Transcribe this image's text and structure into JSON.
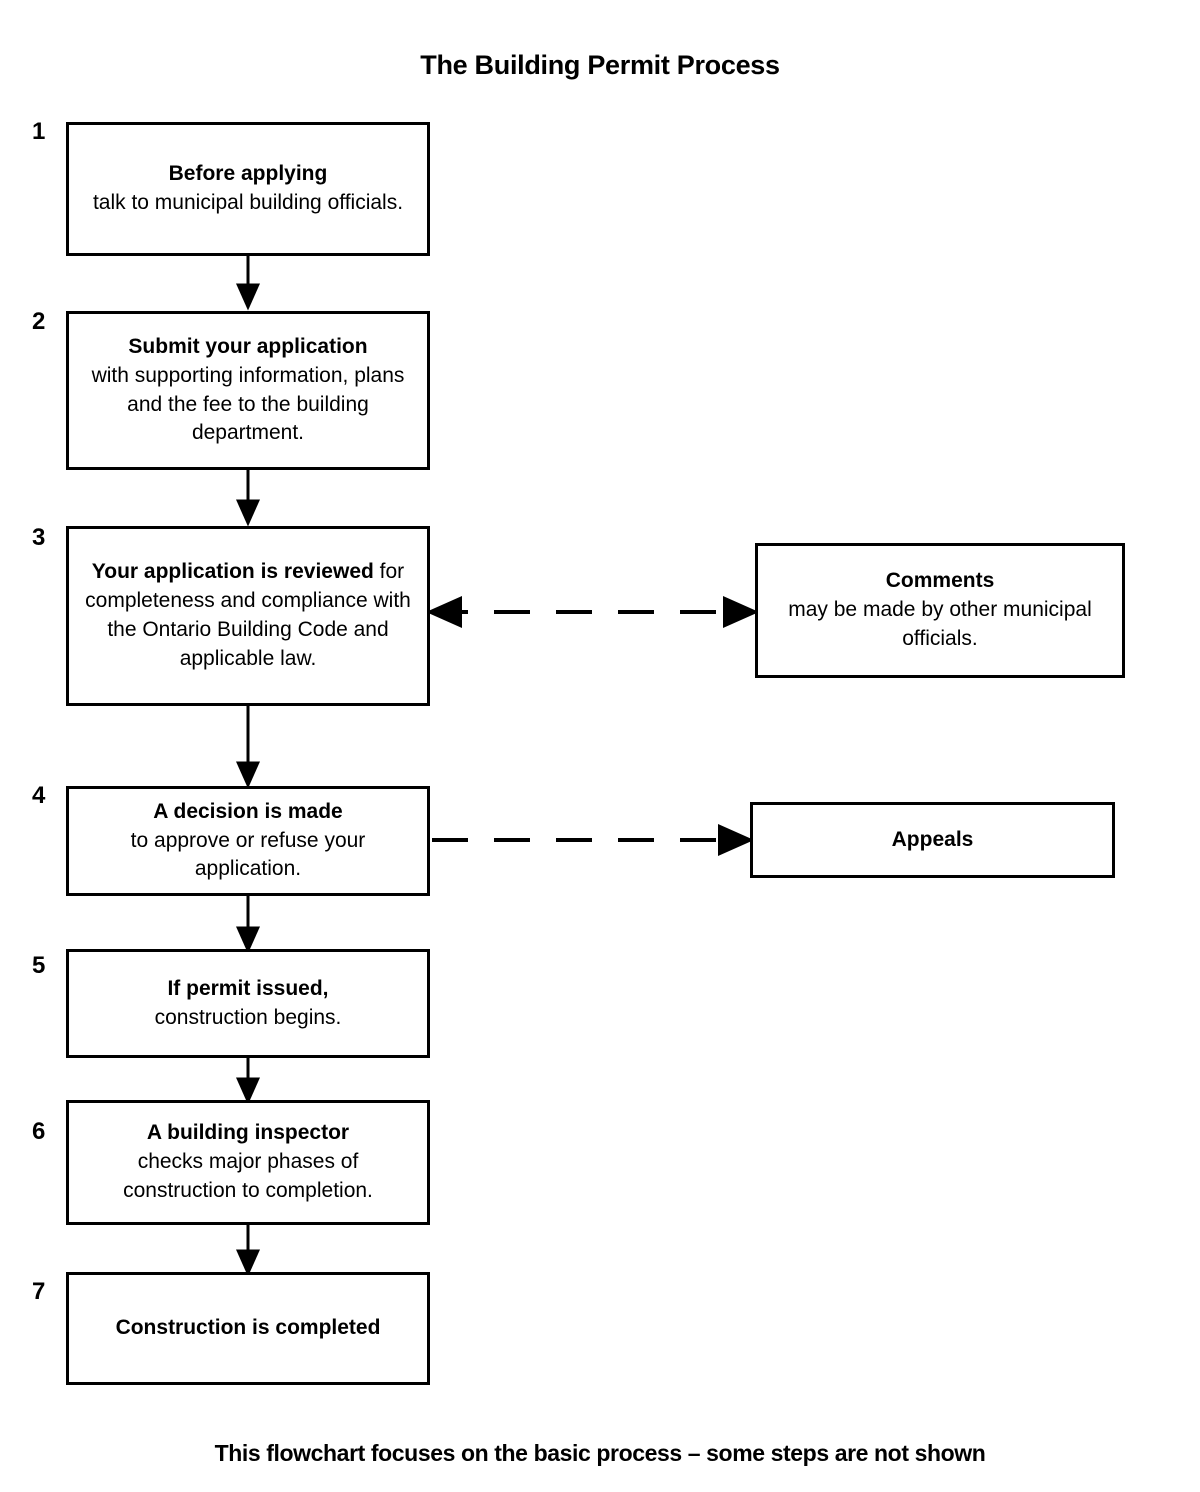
{
  "title": "The Building Permit Process",
  "footer": "This flowchart focuses on the basic process – some steps are not shown",
  "colors": {
    "stroke": "#000000",
    "fill": "#ffffff",
    "text": "#000000"
  },
  "steps": [
    {
      "number": "1",
      "heading": "Before applying",
      "body": "talk to municipal building officials."
    },
    {
      "number": "2",
      "heading": "Submit your application",
      "body": "with supporting information, plans and the fee to the building department."
    },
    {
      "number": "3",
      "heading": "Your application is reviewed",
      "body": "for completeness and compliance with the Ontario Building Code and applicable law."
    },
    {
      "number": "4",
      "heading": "A decision is made",
      "body": "to approve or refuse your application."
    },
    {
      "number": "5",
      "heading": "If permit issued,",
      "body": "construction begins."
    },
    {
      "number": "6",
      "heading": "A building inspector",
      "body": "checks major phases of construction to completion."
    },
    {
      "number": "7",
      "heading": "Construction is completed",
      "body": ""
    }
  ],
  "side_nodes": [
    {
      "id": "comments",
      "heading": "Comments",
      "body": "may be made by other municipal officials.",
      "linked_step": "3",
      "connector": "dashed-bidirectional"
    },
    {
      "id": "appeals",
      "heading": "Appeals",
      "body": "",
      "linked_step": "4",
      "connector": "dashed-right"
    }
  ],
  "chart_data": {
    "type": "flowchart",
    "title": "The Building Permit Process",
    "nodes": [
      {
        "id": "1",
        "label": "Before applying talk to municipal building officials.",
        "column": "main"
      },
      {
        "id": "2",
        "label": "Submit your application with supporting information, plans and the fee to the building department.",
        "column": "main"
      },
      {
        "id": "3",
        "label": "Your application is reviewed for completeness and compliance with the Ontario Building Code and applicable law.",
        "column": "main"
      },
      {
        "id": "4",
        "label": "A decision is made to approve or refuse your application.",
        "column": "main"
      },
      {
        "id": "5",
        "label": "If permit issued, construction begins.",
        "column": "main"
      },
      {
        "id": "6",
        "label": "A building inspector checks major phases of construction to completion.",
        "column": "main"
      },
      {
        "id": "7",
        "label": "Construction is completed",
        "column": "main"
      },
      {
        "id": "comments",
        "label": "Comments may be made by other municipal officials.",
        "column": "side"
      },
      {
        "id": "appeals",
        "label": "Appeals",
        "column": "side"
      }
    ],
    "edges": [
      {
        "from": "1",
        "to": "2",
        "style": "solid",
        "direction": "down"
      },
      {
        "from": "2",
        "to": "3",
        "style": "solid",
        "direction": "down"
      },
      {
        "from": "3",
        "to": "4",
        "style": "solid",
        "direction": "down"
      },
      {
        "from": "4",
        "to": "5",
        "style": "solid",
        "direction": "down"
      },
      {
        "from": "5",
        "to": "6",
        "style": "solid",
        "direction": "down"
      },
      {
        "from": "6",
        "to": "7",
        "style": "solid",
        "direction": "down"
      },
      {
        "from": "3",
        "to": "comments",
        "style": "dashed",
        "direction": "bidirectional"
      },
      {
        "from": "4",
        "to": "appeals",
        "style": "dashed",
        "direction": "right"
      }
    ],
    "footer": "This flowchart focuses on the basic process – some steps are not shown"
  }
}
